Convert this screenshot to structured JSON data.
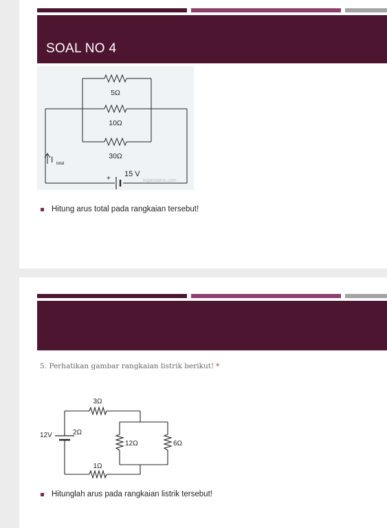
{
  "slide1": {
    "title": "SOAL NO 4",
    "circuit": {
      "resistors": [
        "5Ω",
        "10Ω",
        "30Ω"
      ],
      "current_symbol": "I",
      "current_sub": "total",
      "source": "15 V",
      "plus": "+",
      "watermark": "tugassains.com"
    },
    "bullet": "Hitung arus total pada rangkaian tersebut!"
  },
  "slide2": {
    "question": "5. Perhatikan gambar rangkaian listrik berikut!",
    "required_mark": "*",
    "circuit": {
      "r_top": "3Ω",
      "voltage": "12V",
      "r_internal": "2Ω",
      "r_mid": "12Ω",
      "r_right": "6Ω",
      "r_bottom": "1Ω"
    },
    "bullet": "Hitunglah arus pada rangkaian listrik tersebut!"
  },
  "colors": {
    "banner": "#4d1530",
    "stripe_dark": "#4a1530",
    "stripe_mid": "#8c3e6c",
    "stripe_grey": "#a3a3a3",
    "bullet": "#7a2a55"
  }
}
